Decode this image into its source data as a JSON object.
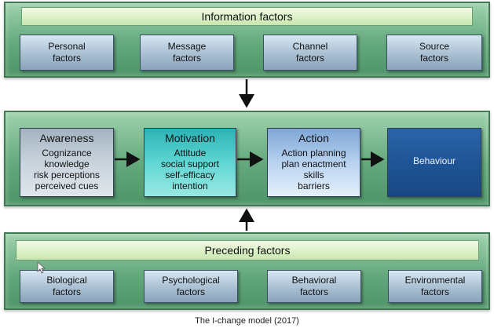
{
  "information": {
    "title": "Information factors",
    "boxes": [
      {
        "line1": "Personal",
        "line2": "factors"
      },
      {
        "line1": "Message",
        "line2": "factors"
      },
      {
        "line1": "Channel",
        "line2": "factors"
      },
      {
        "line1": "Source",
        "line2": "factors"
      }
    ]
  },
  "stages": {
    "awareness": {
      "title": "Awareness",
      "lines": [
        "Cognizance",
        "knowledge",
        "risk perceptions",
        "perceived cues"
      ]
    },
    "motivation": {
      "title": "Motivation",
      "lines": [
        "Attitude",
        "social support",
        "self-efficacy",
        "intention"
      ]
    },
    "action": {
      "title": "Action",
      "lines": [
        "Action planning",
        "plan enactment",
        "skills",
        "barriers"
      ]
    },
    "behaviour": {
      "title": "Behaviour"
    }
  },
  "preceding": {
    "title": "Preceding factors",
    "boxes": [
      {
        "line1": "Biological",
        "line2": "factors"
      },
      {
        "line1": "Psychological",
        "line2": "factors"
      },
      {
        "line1": "Behavioral",
        "line2": "factors"
      },
      {
        "line1": "Environmental",
        "line2": "factors"
      }
    ]
  },
  "caption": "The I-change model (2017)"
}
